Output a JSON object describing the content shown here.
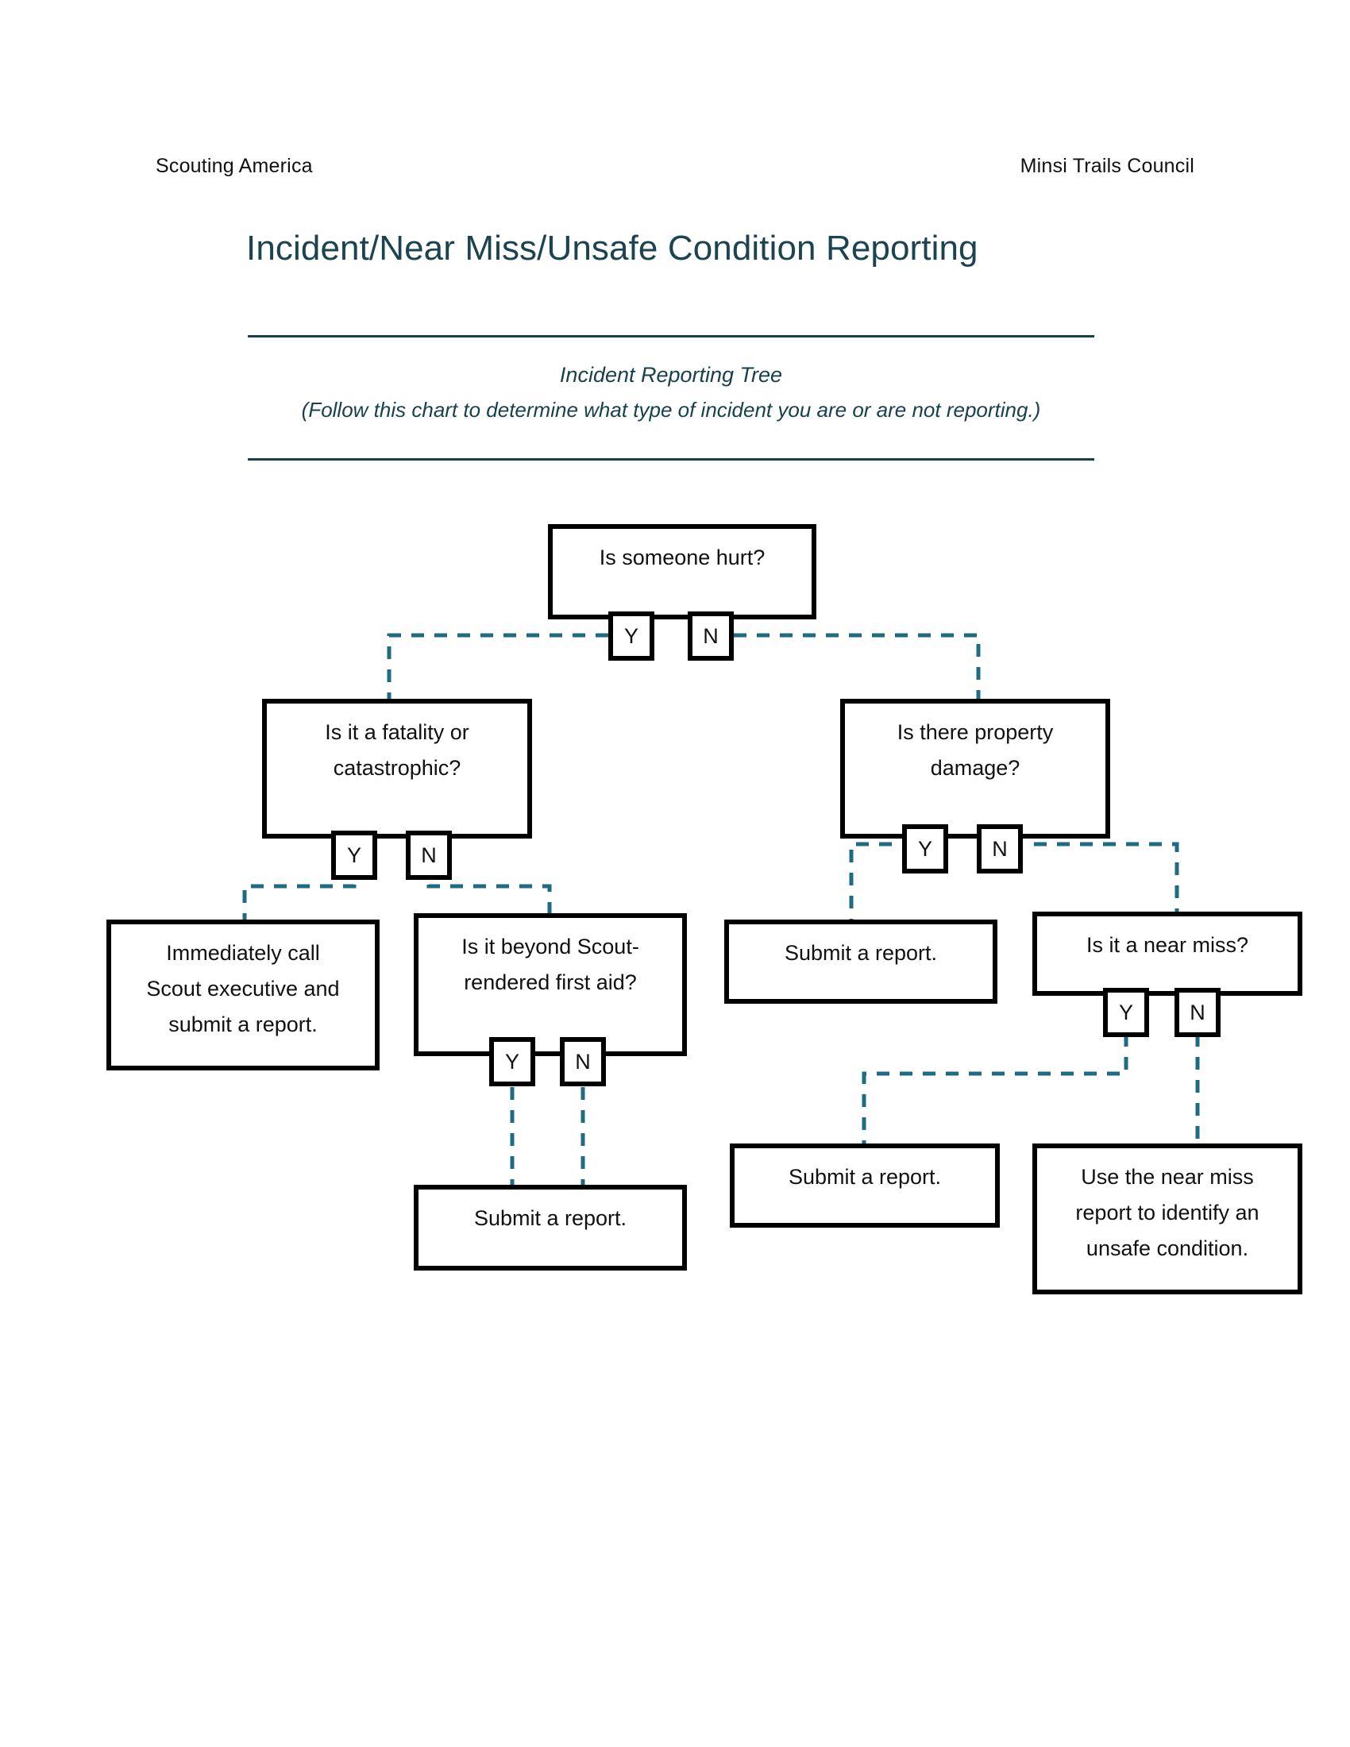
{
  "header": {
    "left": "Scouting America",
    "right": "Minsi Trails Council"
  },
  "document": {
    "title": "Incident/Near Miss/Unsafe Condition Reporting",
    "subtitle": "Incident Reporting Tree",
    "subtitle_note": "(Follow this chart to determine what type of incident you are or are not reporting.)"
  },
  "colors": {
    "title_teal": "#1B4450",
    "rule_teal": "#16404C",
    "connector_teal": "#1F6B84",
    "node_border": "#000000",
    "node_fill": "#FFFFFF"
  },
  "chart_data": {
    "type": "tree",
    "title": "Incident Reporting Tree",
    "edge_labels": [
      "Y",
      "N"
    ],
    "nodes": [
      {
        "id": "q_hurt",
        "kind": "decision",
        "text": "Is someone hurt?"
      },
      {
        "id": "q_fatality",
        "kind": "decision",
        "text": "Is it a fatality or catastrophic?"
      },
      {
        "id": "q_property",
        "kind": "decision",
        "text": "Is there property damage?"
      },
      {
        "id": "a_call_exec",
        "kind": "action",
        "text": "Immediately call Scout executive and submit a report."
      },
      {
        "id": "q_firstaid",
        "kind": "decision",
        "text": "Is it beyond Scout-rendered first aid?"
      },
      {
        "id": "a_submit_prop",
        "kind": "action",
        "text": "Submit a report."
      },
      {
        "id": "q_nearmiss",
        "kind": "decision",
        "text": "Is it a near miss?"
      },
      {
        "id": "a_submit_aid",
        "kind": "action",
        "text": "Submit a report."
      },
      {
        "id": "a_submit_near",
        "kind": "action",
        "text": "Submit a report."
      },
      {
        "id": "a_unsafe",
        "kind": "action",
        "text": "Use the near miss report to identify an unsafe condition."
      }
    ],
    "edges": [
      {
        "from": "q_hurt",
        "label": "Y",
        "to": "q_fatality"
      },
      {
        "from": "q_hurt",
        "label": "N",
        "to": "q_property"
      },
      {
        "from": "q_fatality",
        "label": "Y",
        "to": "a_call_exec"
      },
      {
        "from": "q_fatality",
        "label": "N",
        "to": "q_firstaid"
      },
      {
        "from": "q_property",
        "label": "Y",
        "to": "a_submit_prop"
      },
      {
        "from": "q_property",
        "label": "N",
        "to": "q_nearmiss"
      },
      {
        "from": "q_firstaid",
        "label": "Y",
        "to": "a_submit_aid"
      },
      {
        "from": "q_firstaid",
        "label": "N",
        "to": "a_submit_aid"
      },
      {
        "from": "q_nearmiss",
        "label": "Y",
        "to": "a_submit_near"
      },
      {
        "from": "q_nearmiss",
        "label": "N",
        "to": "a_unsafe"
      }
    ]
  },
  "flow": {
    "q_hurt": {
      "text": "Is someone hurt?",
      "y_label": "Y",
      "n_label": "N"
    },
    "q_fatality": {
      "line1": "Is it a fatality or",
      "line2": "catastrophic?",
      "y_label": "Y",
      "n_label": "N"
    },
    "q_property": {
      "line1": "Is there property",
      "line2": "damage?",
      "y_label": "Y",
      "n_label": "N"
    },
    "a_call_exec": {
      "line1": "Immediately call",
      "line2": "Scout executive and",
      "line3": "submit a report."
    },
    "q_firstaid": {
      "line1": "Is it beyond Scout-",
      "line2": "rendered first aid?",
      "y_label": "Y",
      "n_label": "N"
    },
    "a_submit_prop": {
      "text": "Submit a report."
    },
    "q_nearmiss": {
      "text": "Is it a near miss?",
      "y_label": "Y",
      "n_label": "N"
    },
    "a_submit_aid": {
      "text": "Submit a report."
    },
    "a_submit_near": {
      "text": "Submit a report."
    },
    "a_unsafe": {
      "line1": "Use the near miss",
      "line2": "report to identify an",
      "line3": "unsafe condition."
    }
  }
}
